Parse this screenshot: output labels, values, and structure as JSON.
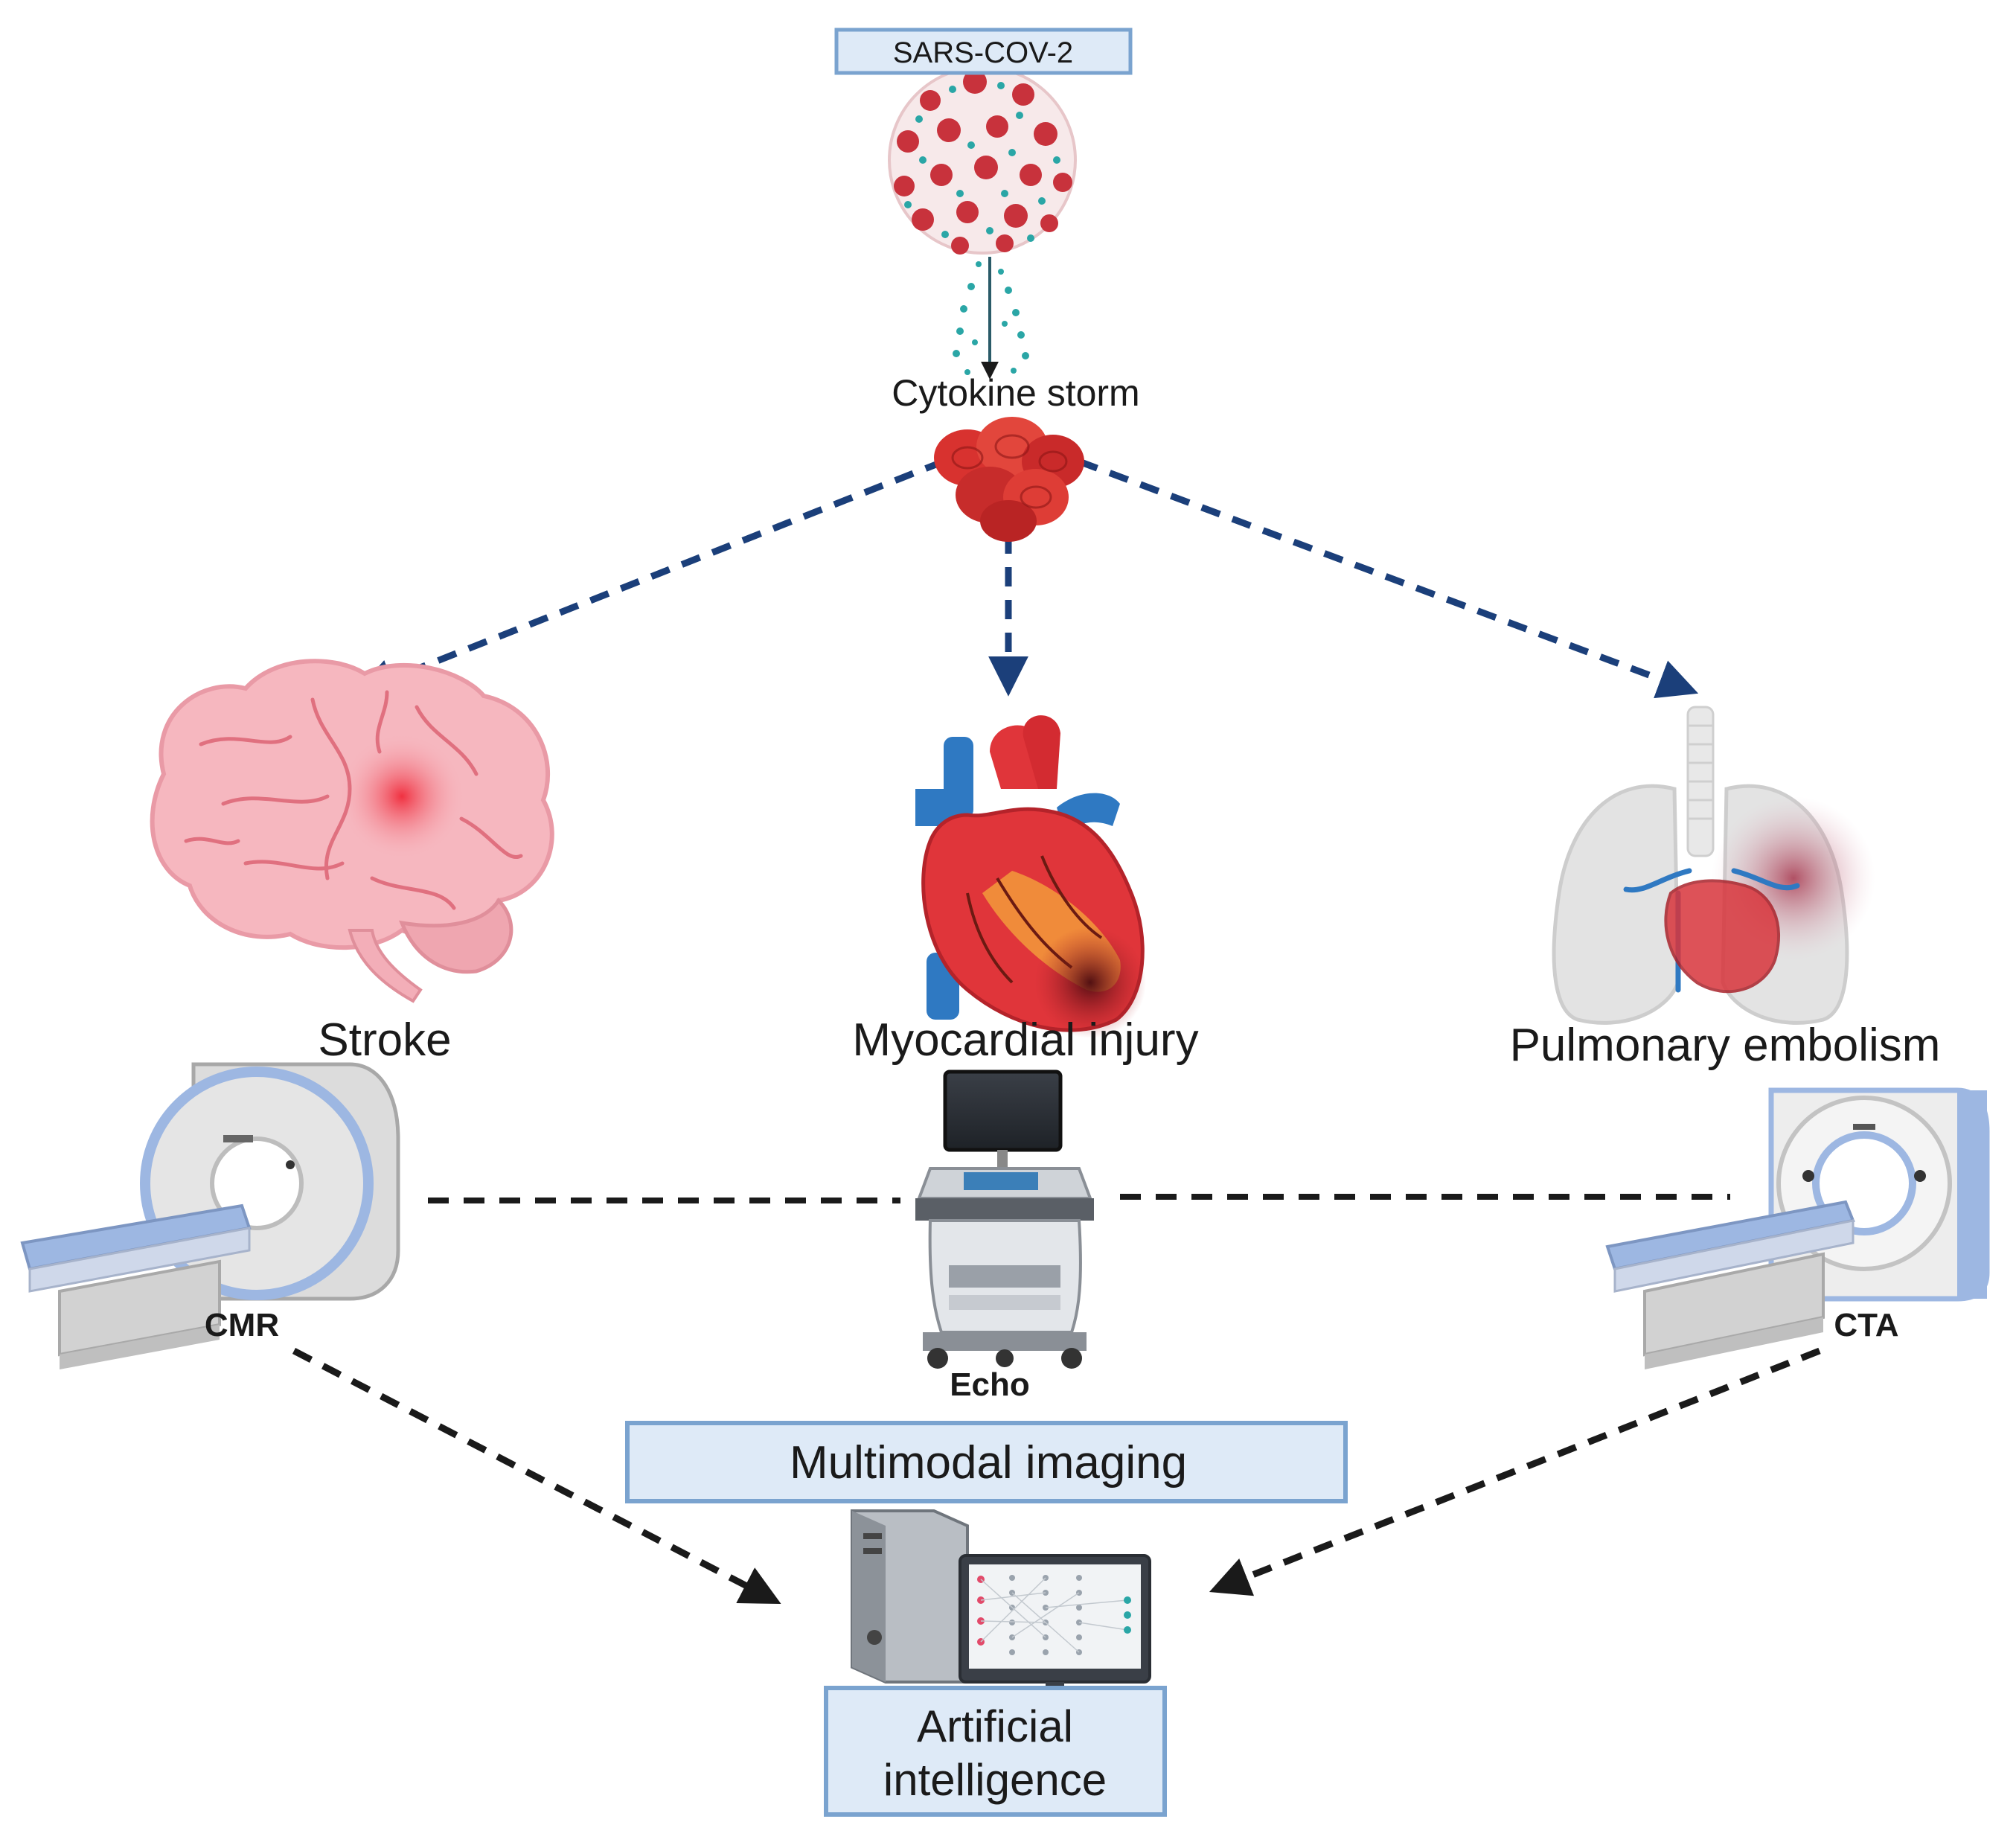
{
  "figure": {
    "source_label": "SARS-COV-2",
    "mediator_label": "Cytokine storm",
    "outcomes": {
      "stroke": "Stroke",
      "myocardial": "Myocardial injury",
      "pulmonary": "Pulmonary embolism"
    },
    "modalities": {
      "cmr": "CMR",
      "echo": "Echo",
      "cta": "CTA"
    },
    "imaging_label": "Multimodal imaging",
    "ai_label_line1": "Artificial",
    "ai_label_line2": "intelligence"
  },
  "colors": {
    "box_fill": "#deeaf7",
    "box_border": "#7aa3cf",
    "arrow_blue": "#1b3f7a",
    "arrow_black": "#1a1a1a",
    "virus_red": "#c8323c",
    "virus_spike": "#2aa6a6",
    "brain_pink": "#f6b7bf",
    "heart_red": "#e0353a",
    "vessel_blue": "#2f79c2",
    "lung_gray": "#e3e3e3",
    "scanner_blue": "#9db7e2"
  },
  "icons": [
    "virus-icon",
    "blood-cells-icon",
    "brain-icon",
    "heart-icon",
    "lungs-icon",
    "mri-scanner-icon",
    "ultrasound-machine-icon",
    "ct-scanner-icon",
    "computer-icon"
  ]
}
